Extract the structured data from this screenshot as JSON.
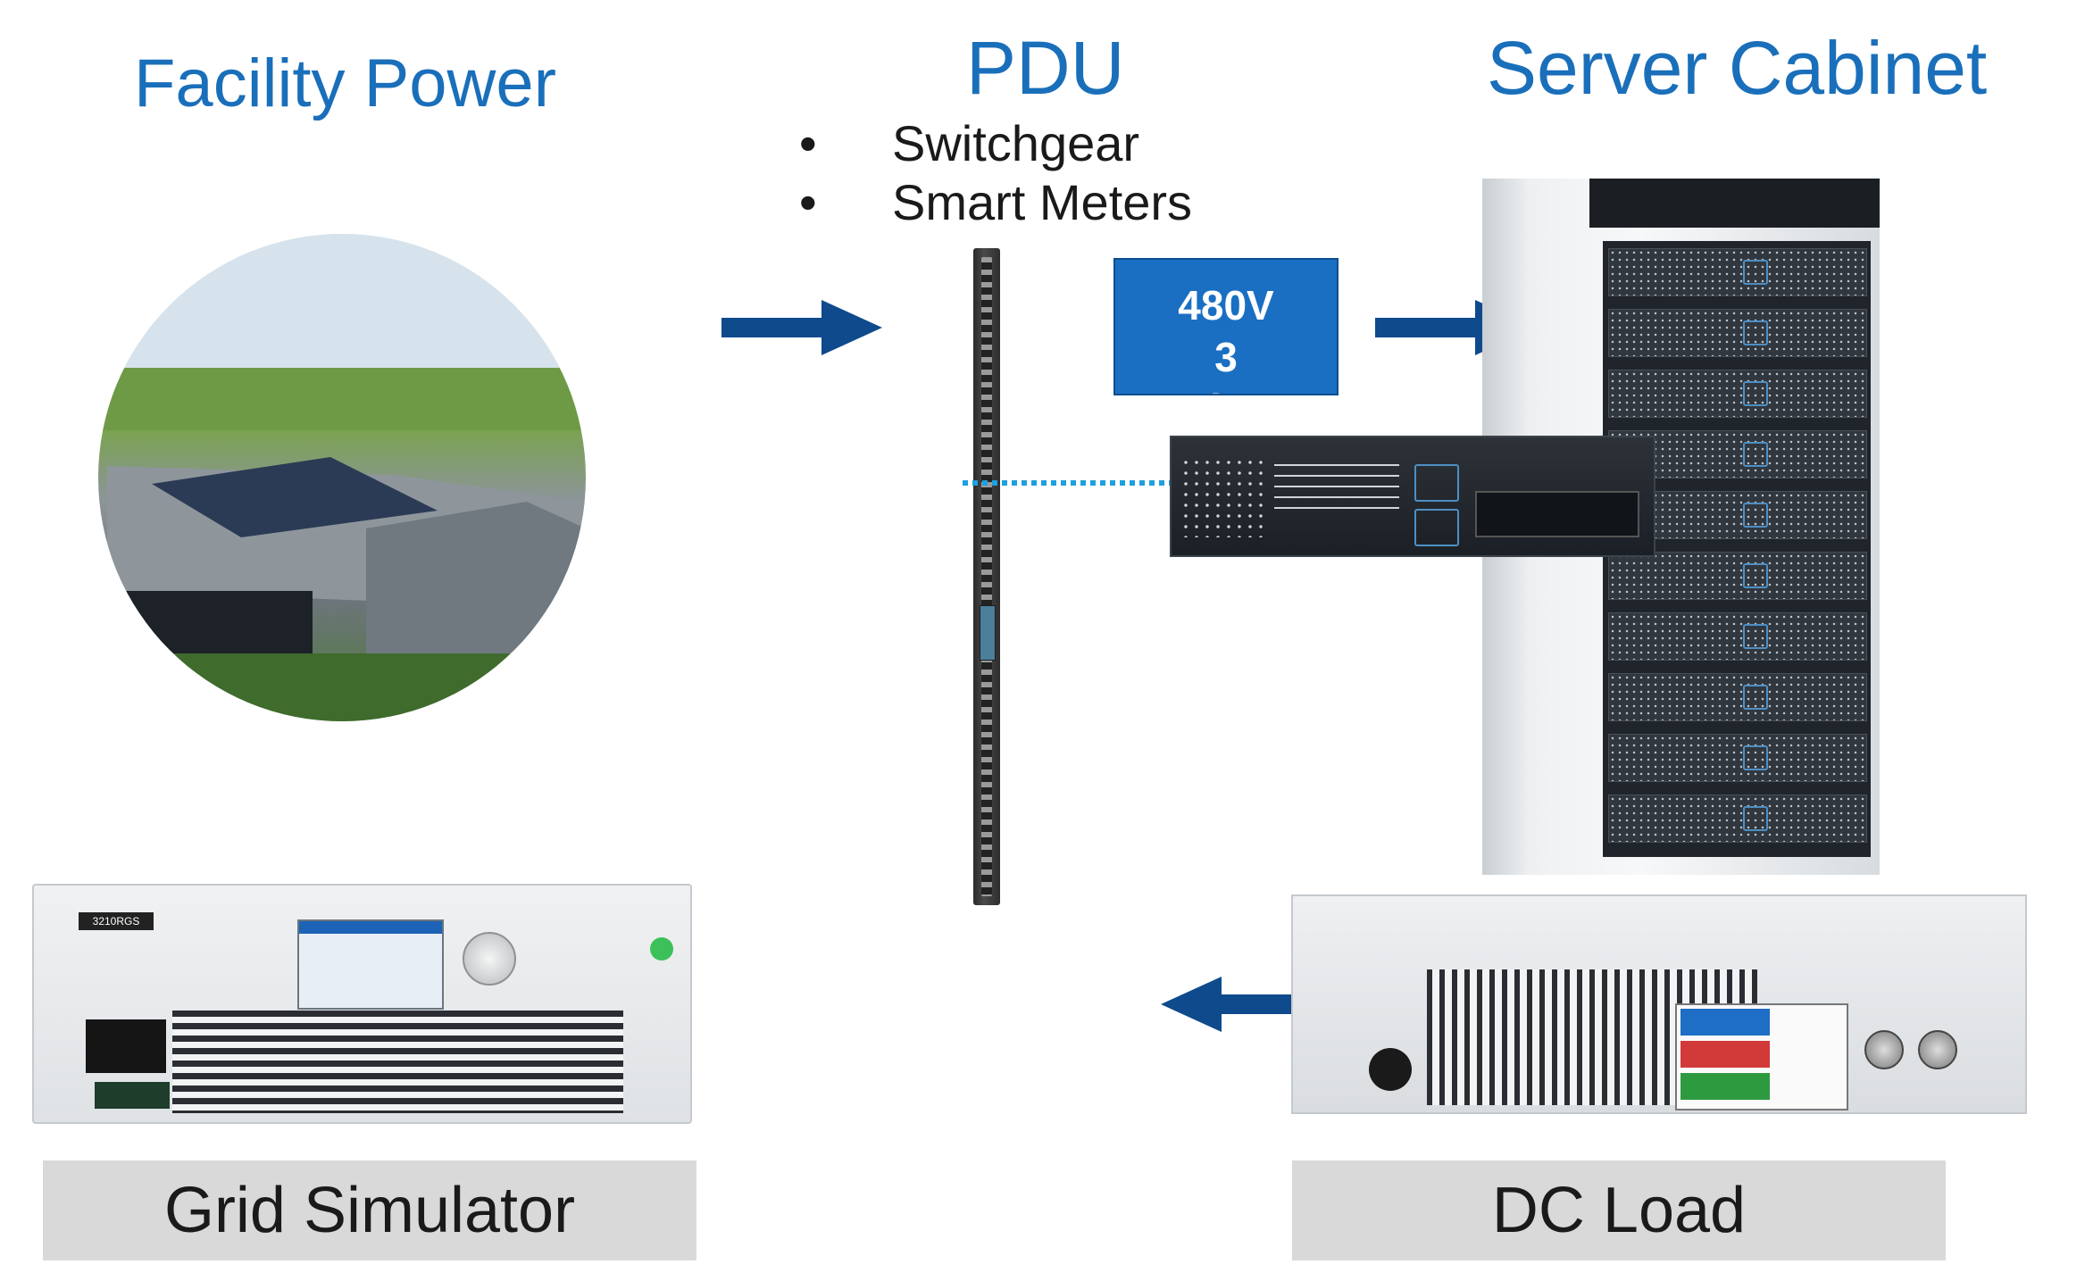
{
  "headings": {
    "facility_power": "Facility Power",
    "pdu": "PDU",
    "server_cabinet": "Server Cabinet"
  },
  "pdu_bullets": [
    "Switchgear",
    "Smart Meters"
  ],
  "voltage_box": {
    "line1": "480V",
    "line2": "3",
    "line3": "Ph..."
  },
  "device_labels": {
    "grid_simulator": "Grid Simulator",
    "dc_load": "DC Load"
  },
  "grid_simulator_model": "3210RGS",
  "colors": {
    "heading": "#1a6fba",
    "arrow": "#0e4a8c",
    "dotted_link": "#1ea0e0",
    "voltage_box": "#1a6fc2",
    "label_box": "#d9d9d9"
  }
}
